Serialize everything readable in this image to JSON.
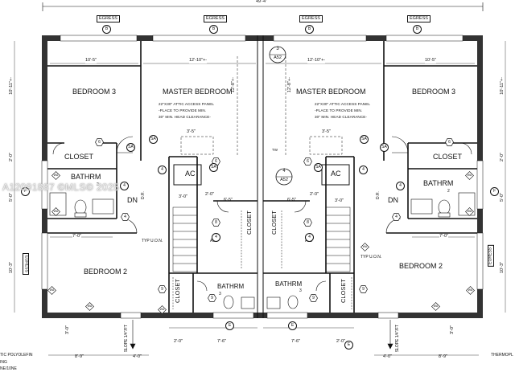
{
  "overall_dimension": "49'-4\"",
  "egress_tags": [
    "EGRESS",
    "EGRESS",
    "EGRESS",
    "EGRESS",
    "EGRESS",
    "EGRESS"
  ],
  "window_marks": [
    "B",
    "B",
    "B",
    "B",
    "E",
    "E",
    "E",
    "F",
    "F"
  ],
  "rooms": {
    "bedroom3_left": "BEDROOM 3",
    "master_left": "MASTER BEDROOM",
    "master_right": "MASTER BEDROOM",
    "bedroom3_right": "BEDROOM 3",
    "closet_left": "CLOSET",
    "closet_right": "CLOSET",
    "bathrm_left": "BATHRM",
    "bathrm_left_num": "2",
    "bathrm_right": "BATHRM",
    "bathrm_right_num": "2",
    "ac_left": "AC",
    "ac_right": "AC",
    "dn_left": "DN",
    "dn_right": "DN",
    "closet_vert_1": "CLOSET",
    "closet_vert_2": "CLOSET",
    "bedroom2_left": "BEDROOM 2",
    "bedroom2_right": "BEDROOM 2",
    "closet_small_1": "CLOSET",
    "closet_small_2": "CLOSET",
    "bathrm3_left": "BATHRM",
    "bathrm3_left_num": "3",
    "bathrm3_right": "BATHRM",
    "bathrm3_right_num": "3"
  },
  "dimensions": {
    "d1": "10'-5\"",
    "d2": "12'-10\"+-",
    "d3": "12'-10\"+-",
    "d4": "10'-5\"",
    "d5": "3'-5\"",
    "d6": "3'-5\"",
    "d7": "3'-0\"",
    "d8": "2'-0\"",
    "d9": "2'-0\"",
    "d10": "3'-0\"",
    "d11": "7'-0\"",
    "d12": "7'-0\"",
    "d13": "2'-0\"",
    "d14": "7'-6\"",
    "d15": "7'-6\"",
    "d16": "2'-0\"",
    "d17": "4'-0\"",
    "d18": "8'-9\"",
    "d19": "4'-0\"",
    "d20": "8'-9\"",
    "d21": "6'-5\"",
    "d22": "6'-5\"",
    "v1": "10'-11\"+-",
    "v2": "2'-0\"",
    "v3": "5'-0\"",
    "v4": "10'-3\"",
    "v5": "12'-8\"+-",
    "v6": "12'-8\"+-",
    "v7": "10'-11\"+-",
    "v8": "5'-0\"",
    "v9": "2'-0\"",
    "v10": "10'-3\"",
    "v11": "3'-0\"",
    "v12": "3'-0\""
  },
  "attic_note_left": [
    "22\"X30\" ATTIC ACCESS PANEL",
    "-PLACE TO PROVIDE MIN.",
    "30\" MIN. HEAD CLEARANCE-"
  ],
  "attic_note_right": [
    "22\"X30\" ATTIC ACCESS PANEL",
    "-PLACE TO PROVIDE MIN.",
    "30\" MIN. HEAD CLEARANCE-"
  ],
  "section_refs": [
    {
      "num": "3",
      "sheet": "A52"
    },
    {
      "num": "4",
      "sheet": "A52"
    }
  ],
  "typ_uon_left": "TYP U.O.N.",
  "typ_uon_right": "TYP U.O.N.",
  "slope_left": "SLOPE 1/4\"/FT",
  "slope_right": "SLOPE 1/4\"/FT",
  "corner_left_1": "TIC POLYOLEFIN",
  "corner_left_2": "ING",
  "corner_left_3": "NE/10NE",
  "corner_right": "THERMOPL",
  "watermark": "A12091887  ©MLS© 2025",
  "small_marks": [
    "6",
    "6",
    "6",
    "6",
    "4",
    "4",
    "4",
    "4",
    "4",
    "4",
    "8",
    "8",
    "4",
    "4",
    "9",
    "9",
    "9",
    "9"
  ],
  "sa_marks": [
    "SA",
    "SA",
    "SA",
    "SA",
    "SA",
    "SA"
  ],
  "wa_marks": [
    "WA",
    "WA",
    "WA",
    "WA",
    "WA",
    "WA",
    "WA",
    "WA",
    "WA",
    "WA"
  ],
  "misc": {
    "dr": "D.R.",
    "a51": "A51",
    "tw": "TW"
  }
}
